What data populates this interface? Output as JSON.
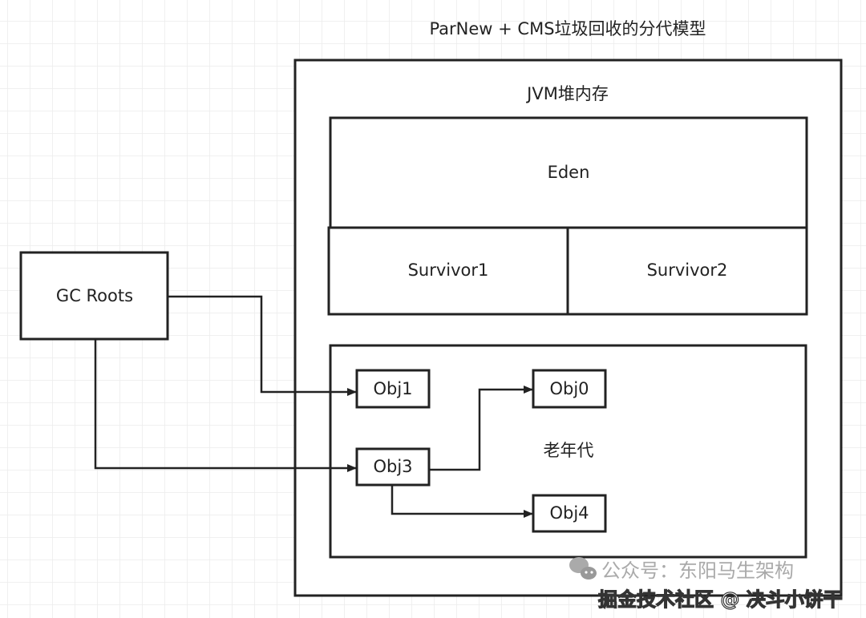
{
  "title": "ParNew + CMS垃圾回收的分代模型",
  "heap": {
    "label": "JVM堆内存",
    "eden": "Eden",
    "survivor1": "Survivor1",
    "survivor2": "Survivor2",
    "old_gen": "老年代"
  },
  "gc_roots": "GC Roots",
  "objects": {
    "obj0": "Obj0",
    "obj1": "Obj1",
    "obj3": "Obj3",
    "obj4": "Obj4"
  },
  "edges": [
    {
      "from": "GC Roots",
      "to": "Obj1"
    },
    {
      "from": "GC Roots",
      "to": "Obj3"
    },
    {
      "from": "Obj3",
      "to": "Obj0"
    },
    {
      "from": "Obj3",
      "to": "Obj4"
    }
  ],
  "watermark": {
    "line1": "公众号：东阳马生架构",
    "line2": "掘金技术社区 @ 决斗小饼干",
    "icon": "wechat-icon"
  },
  "colors": {
    "stroke": "#222222",
    "grid": "#ececec"
  }
}
